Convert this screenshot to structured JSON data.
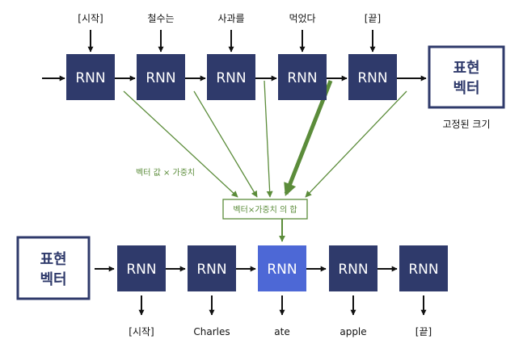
{
  "encoder": {
    "inputs": [
      "[시작]",
      "철수는",
      "사과를",
      "먹었다",
      "[끝]"
    ],
    "cell_label": "RNN",
    "output_label_lines": [
      "표현",
      "벡터"
    ],
    "output_caption": "고정된 크기"
  },
  "attention": {
    "weights_label": "벡터 값 × 가중치",
    "sum_label": "벡터×가중치 의 합"
  },
  "decoder": {
    "input_label_lines": [
      "표현",
      "벡터"
    ],
    "cell_label": "RNN",
    "outputs": [
      "[시작]",
      "Charles",
      "ate",
      "apple",
      "[끝]"
    ],
    "highlighted_index": 2
  },
  "colors": {
    "cell": "#2f3a6b",
    "highlight": "#4d68d6",
    "attention": "#5b8c3a",
    "arrow": "#111111"
  }
}
